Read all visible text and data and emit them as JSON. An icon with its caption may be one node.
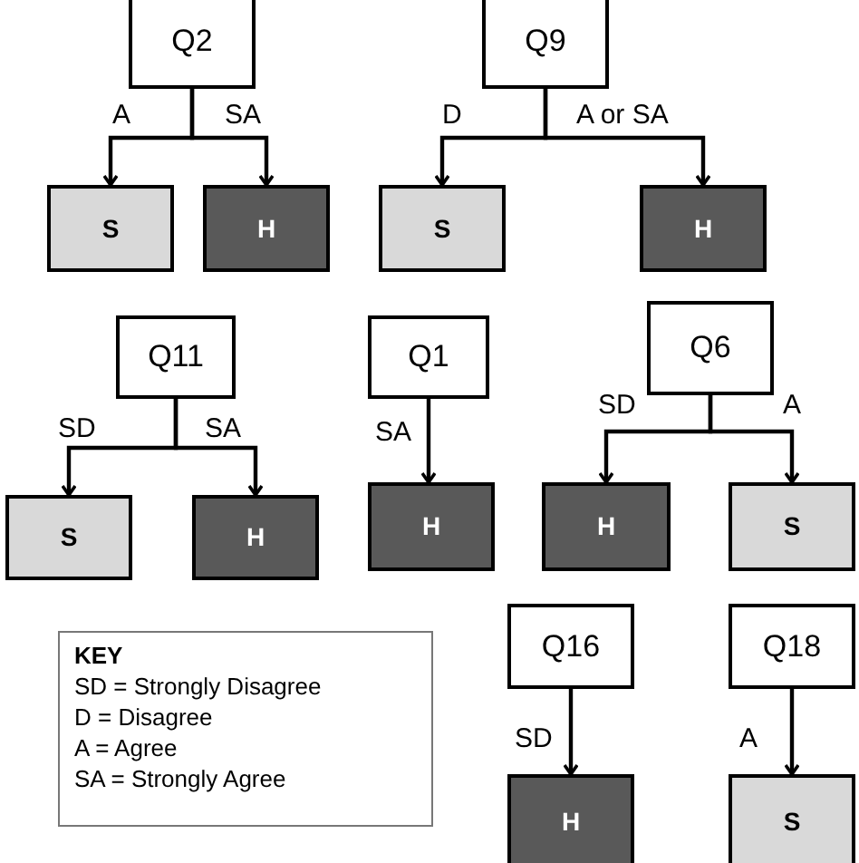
{
  "diagram": {
    "nodes": [
      {
        "text": [
          "Q2"
        ]
      },
      {
        "text": [
          "S"
        ]
      },
      {
        "text": [
          "H"
        ]
      },
      {
        "text": [
          "Q9"
        ]
      },
      {
        "text": [
          "S"
        ]
      },
      {
        "text": [
          "H"
        ]
      },
      {
        "text": [
          "Q11"
        ]
      },
      {
        "text": [
          "S"
        ]
      },
      {
        "text": [
          "H"
        ]
      },
      {
        "text": [
          "Q1"
        ]
      },
      {
        "text": [
          "H"
        ]
      },
      {
        "text": [
          "Q6"
        ]
      },
      {
        "text": [
          "H"
        ]
      },
      {
        "text": [
          "S"
        ]
      },
      {
        "text": [
          "KEY",
          "SD = Strongly Disagree",
          "D = Disagree",
          "A = Agree",
          "SA = Strongly Agree"
        ]
      },
      {
        "text": [
          "Q16"
        ]
      },
      {
        "text": [
          "H"
        ]
      },
      {
        "text": [
          "Q18"
        ]
      },
      {
        "text": [
          "S"
        ]
      }
    ],
    "edges": [
      {
        "from": 0,
        "to": 1,
        "arrow": "to",
        "label": "A"
      },
      {
        "from": 0,
        "to": 2,
        "arrow": "to",
        "label": "SA"
      },
      {
        "from": 3,
        "to": 4,
        "arrow": "to",
        "label": "D"
      },
      {
        "from": 3,
        "to": 5,
        "arrow": "to",
        "label": "A or SA"
      },
      {
        "from": 6,
        "to": 7,
        "arrow": "to",
        "label": "SD"
      },
      {
        "from": 6,
        "to": 8,
        "arrow": "to",
        "label": "SA"
      },
      {
        "from": 9,
        "to": 10,
        "arrow": "to",
        "label": "SA"
      },
      {
        "from": 11,
        "to": 12,
        "arrow": "to",
        "label": "SD"
      },
      {
        "from": 11,
        "to": 13,
        "arrow": "to",
        "label": "A"
      },
      {
        "from": 15,
        "to": 16,
        "arrow": "to",
        "label": "SD"
      },
      {
        "from": 17,
        "to": 18,
        "arrow": "to",
        "label": "A"
      }
    ]
  }
}
